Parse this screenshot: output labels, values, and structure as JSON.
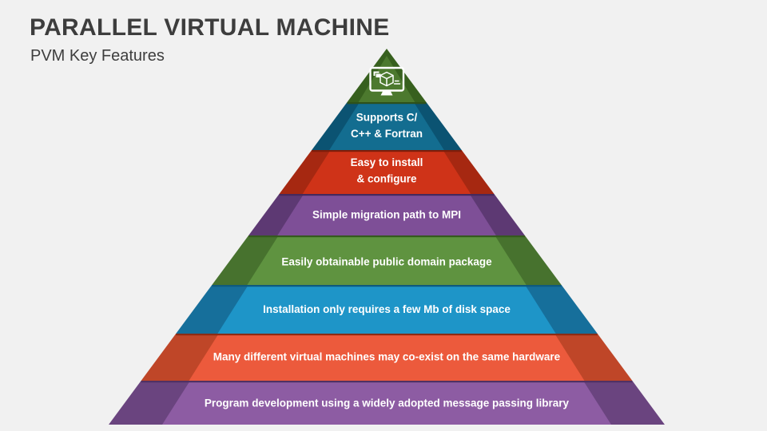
{
  "slide": {
    "title": "PARALLEL VIRTUAL MACHINE",
    "subtitle": "PVM Key Features",
    "background": "#f1f1f1",
    "title_color": "#3d3d3d"
  },
  "pyramid": {
    "text_color": "#ffffff",
    "apex": {
      "icon": "virtual-machine-monitor-icon",
      "face": "#4c792e",
      "side": "#37601e",
      "icon_color": "#ffffff"
    },
    "layers": [
      {
        "lines": [
          "Supports C/",
          "C++ & Fortran"
        ],
        "face": "#136d90",
        "side": "#0b5372",
        "edge": "#2e511b"
      },
      {
        "lines": [
          "Easy to install",
          "& configure"
        ],
        "face": "#cf3318",
        "side": "#a62811",
        "edge": "#7e1d0a"
      },
      {
        "lines": [
          "Simple migration path to MPI"
        ],
        "face": "#7e4f97",
        "side": "#5d3973",
        "edge": "#46295b"
      },
      {
        "lines": [
          "Easily obtainable public domain package"
        ],
        "face": "#5f9340",
        "side": "#47722e",
        "edge": "#35591f"
      },
      {
        "lines": [
          "Installation only requires a few Mb of disk space"
        ],
        "face": "#1e95c8",
        "side": "#166f9b",
        "edge": "#0f5a7d"
      },
      {
        "lines": [
          "Many different virtual machines may co-exist on the same hardware"
        ],
        "face": "#ec5a3c",
        "side": "#bf4628",
        "edge": "#8a2c15"
      },
      {
        "lines": [
          "Program development using a widely adopted message passing library"
        ],
        "face": "#8d5ca3",
        "side": "#6a447f",
        "edge": "#503164"
      }
    ]
  }
}
